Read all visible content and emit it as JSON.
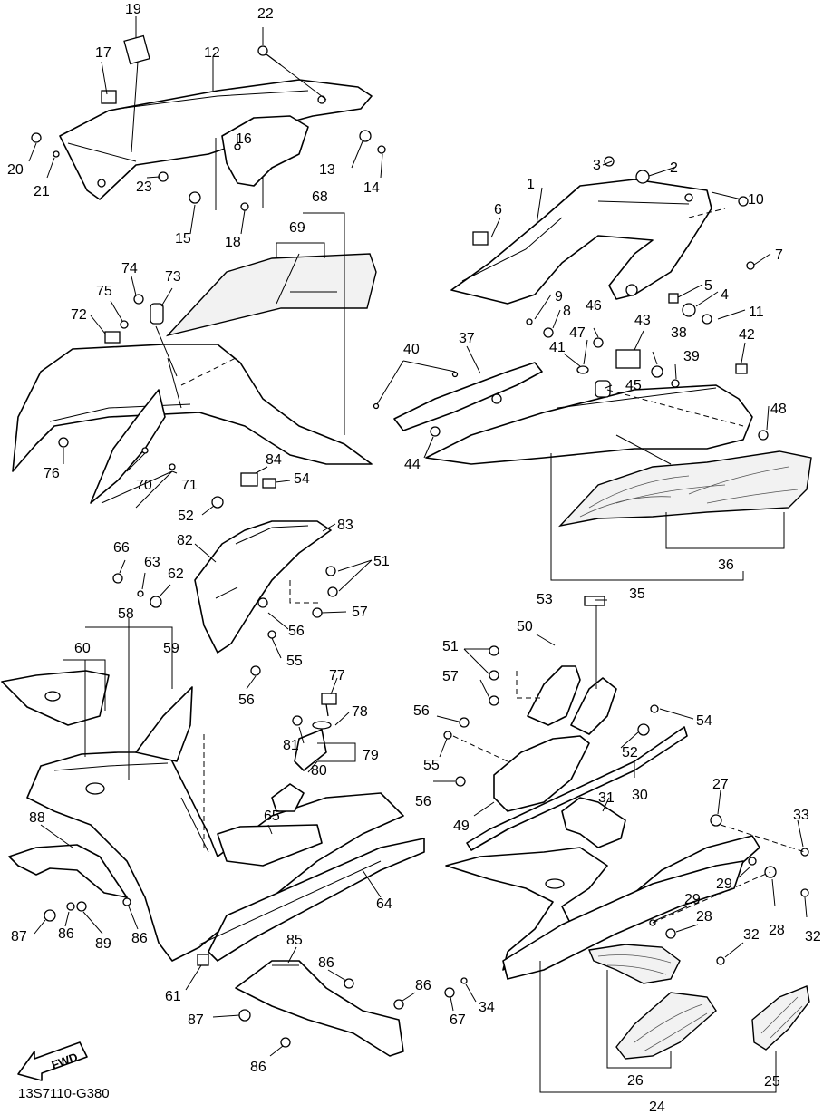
{
  "diagram_code": "13S7110-G380",
  "fwd_badge": "FWD",
  "callouts": {
    "c1": "1",
    "c2": "2",
    "c3": "3",
    "c4": "4",
    "c5": "5",
    "c6": "6",
    "c7": "7",
    "c8": "8",
    "c9": "9",
    "c10": "10",
    "c11": "11",
    "c12": "12",
    "c13": "13",
    "c14": "14",
    "c15": "15",
    "c16": "16",
    "c17": "17",
    "c18": "18",
    "c19": "19",
    "c20": "20",
    "c21": "21",
    "c22": "22",
    "c23": "23",
    "c24": "24",
    "c25": "25",
    "c26": "26",
    "c27": "27",
    "c28a": "28",
    "c28b": "28",
    "c29a": "29",
    "c29b": "29",
    "c30": "30",
    "c31": "31",
    "c32a": "32",
    "c32b": "32",
    "c33": "33",
    "c34": "34",
    "c35": "35",
    "c36": "36",
    "c37": "37",
    "c38": "38",
    "c39": "39",
    "c40": "40",
    "c41": "41",
    "c42": "42",
    "c43": "43",
    "c44": "44",
    "c45": "45",
    "c46": "46",
    "c47": "47",
    "c48": "48",
    "c49": "49",
    "c50": "50",
    "c51a": "51",
    "c51b": "51",
    "c52a": "52",
    "c52b": "52",
    "c53": "53",
    "c54a": "54",
    "c54b": "54",
    "c55a": "55",
    "c55b": "55",
    "c56a": "56",
    "c56b": "56",
    "c56c": "56",
    "c57a": "57",
    "c57b": "57",
    "c58": "58",
    "c59": "59",
    "c60": "60",
    "c61": "61",
    "c62": "62",
    "c63": "63",
    "c64": "64",
    "c65": "65",
    "c66": "66",
    "c67": "67",
    "c68": "68",
    "c69": "69",
    "c70": "70",
    "c71": "71",
    "c72": "72",
    "c73": "73",
    "c74": "74",
    "c75": "75",
    "c76": "76",
    "c77": "77",
    "c78": "78",
    "c79": "79",
    "c80": "80",
    "c81": "81",
    "c82": "82",
    "c83": "83",
    "c84": "84",
    "c85": "85",
    "c86a": "86",
    "c86b": "86",
    "c86c": "86",
    "c86d": "86",
    "c86e": "86",
    "c87a": "87",
    "c87b": "87",
    "c88": "88",
    "c89": "89"
  }
}
